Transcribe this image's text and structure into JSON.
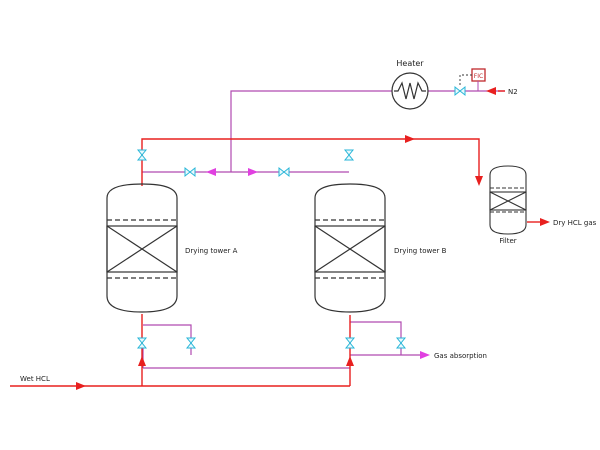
{
  "labels": {
    "heater": "Heater",
    "n2": "N2",
    "fic": "FIC",
    "filter": "Filter",
    "dry_hcl_gas": "Dry HCL gas",
    "drying_tower_a": "Drying tower A",
    "drying_tower_b": "Drying tower B",
    "gas_absorption": "Gas absorption",
    "wet_hcl": "Wet HCL"
  },
  "colors": {
    "hcl_line": "#e8201f",
    "n2_line": "#b04ab0",
    "valve": "#27b6d8",
    "instrument": "#c0282c",
    "vessel": "#333333"
  }
}
